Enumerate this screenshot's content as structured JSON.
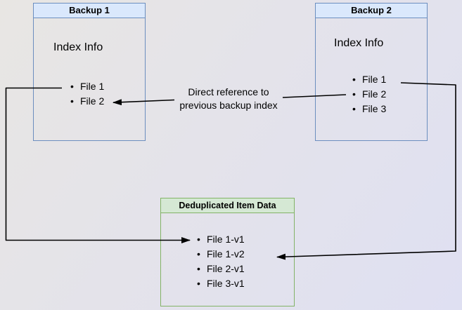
{
  "diagram": {
    "boxes": {
      "backup1": {
        "title": "Backup 1",
        "section_label": "Index Info",
        "files": [
          "File 1",
          "File 2"
        ],
        "header_fill": "#dae8fc",
        "border_color": "#6c8ebf"
      },
      "backup2": {
        "title": "Backup 2",
        "section_label": "Index Info",
        "files": [
          "File 1",
          "File 2",
          "File 3"
        ],
        "header_fill": "#dae8fc",
        "border_color": "#6c8ebf"
      },
      "dedup": {
        "title": "Deduplicated Item Data",
        "items": [
          "File 1-v1",
          "File 1-v2",
          "File 2-v1",
          "File 3-v1"
        ],
        "header_fill": "#d5e8d4",
        "border_color": "#82b366"
      }
    },
    "edge_label": {
      "lines": [
        "Direct reference to",
        "previous backup index"
      ]
    },
    "arrow_color": "#000000",
    "text_color": "#000000",
    "background_top_left": "#e8e6e3",
    "background_bottom_right": "#dfe0f2"
  }
}
